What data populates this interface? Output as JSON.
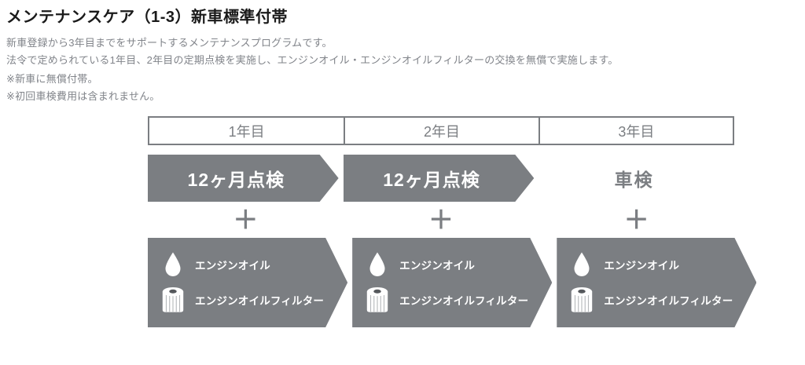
{
  "page": {
    "title": "メンテナンスケア（1-3）新車標準付帯",
    "intro_line_1": "新車登録から3年目までをサポートするメンテナンスプログラムです。",
    "intro_line_2": "法令で定められている1年目、2年目の定期点検を実施し、エンジンオイル・エンジンオイルフィルターの交換を無償で実施します。",
    "note_1": "※新車に無償付帯。",
    "note_2": "※初回車検費用は含まれません。"
  },
  "colors": {
    "accent_gray": "#7b7e82",
    "title_black": "#1a1a1a",
    "arrow_text_white": "#ffffff"
  },
  "diagram": {
    "plus_sign": "＋",
    "icons": {
      "oil_drop": "oil-drop-icon",
      "oil_filter": "oil-filter-icon"
    },
    "columns": [
      {
        "header": "1年目",
        "service": "12ヶ月点検",
        "service_shape": "arrow",
        "items": [
          {
            "icon": "oil-drop-icon",
            "label": "エンジンオイル"
          },
          {
            "icon": "oil-filter-icon",
            "label": "エンジンオイルフィルター"
          }
        ]
      },
      {
        "header": "2年目",
        "service": "12ヶ月点検",
        "service_shape": "arrow",
        "items": [
          {
            "icon": "oil-drop-icon",
            "label": "エンジンオイル"
          },
          {
            "icon": "oil-filter-icon",
            "label": "エンジンオイルフィルター"
          }
        ]
      },
      {
        "header": "3年目",
        "service": "車検",
        "service_shape": "text",
        "items": [
          {
            "icon": "oil-drop-icon",
            "label": "エンジンオイル"
          },
          {
            "icon": "oil-filter-icon",
            "label": "エンジンオイルフィルター"
          }
        ]
      }
    ]
  }
}
